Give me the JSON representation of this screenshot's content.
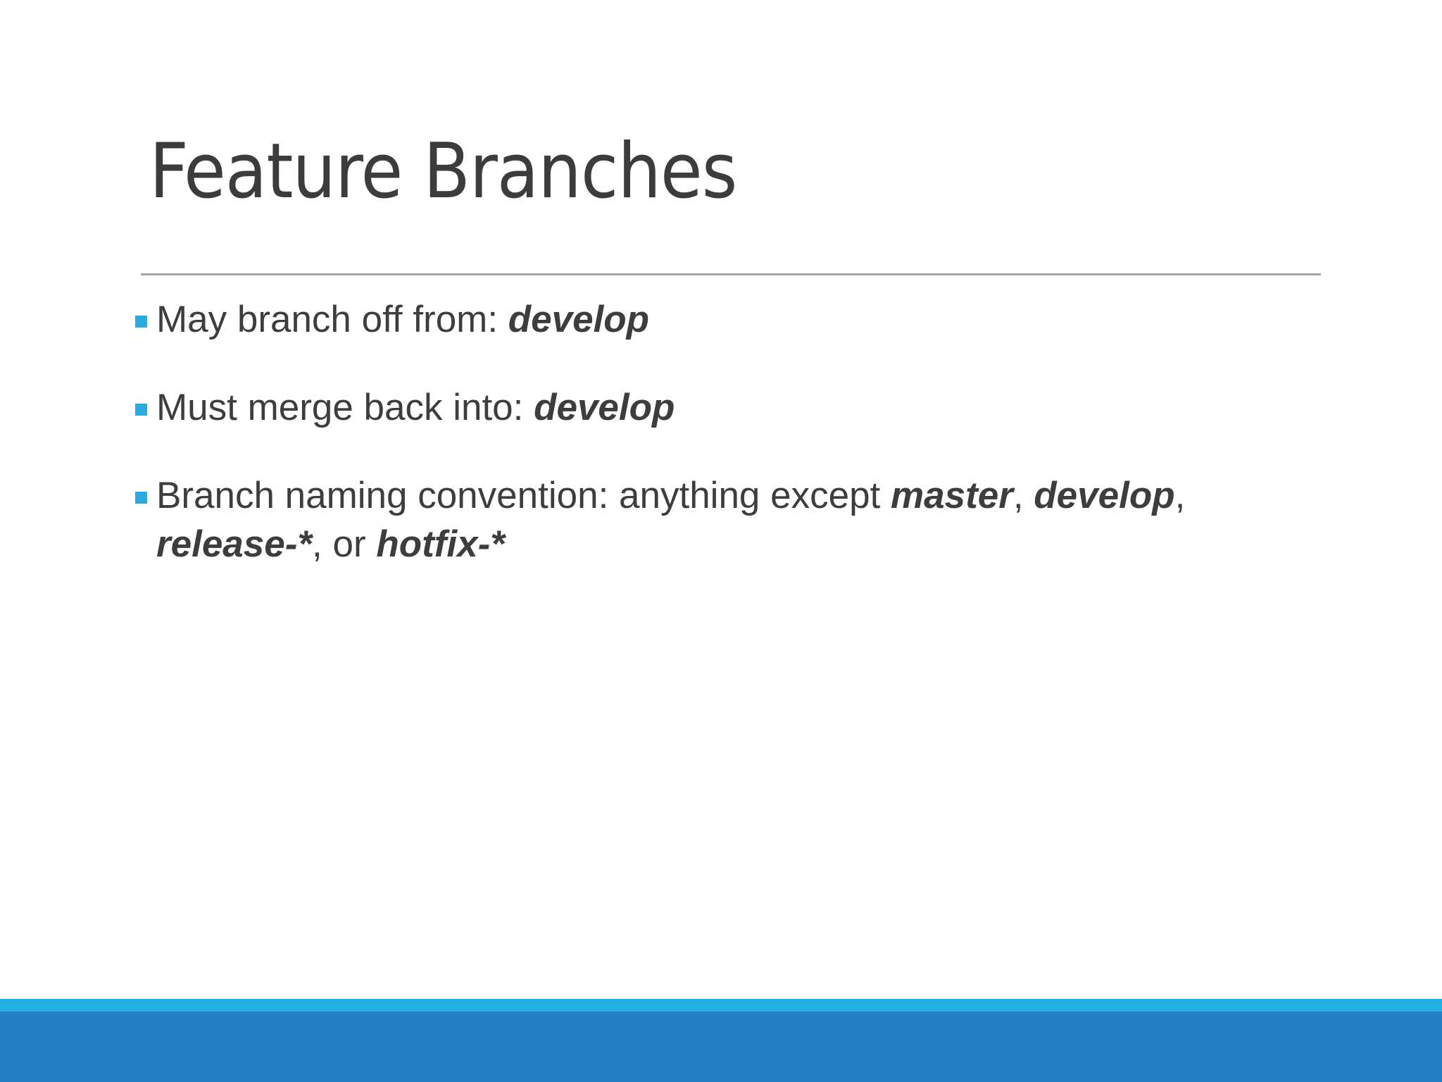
{
  "slide": {
    "title": "Feature Branches",
    "accent_color": "#29abe2",
    "text_color": "#3d3d3d",
    "title_color": "#3c3c3b",
    "rule_color": "#a6a6a6",
    "bullets": [
      {
        "id": "branch-off-from",
        "segments": [
          {
            "text": "May branch off from: ",
            "bold": false
          },
          {
            "text": "develop",
            "bold": true
          }
        ]
      },
      {
        "id": "merge-back-into",
        "segments": [
          {
            "text": "Must merge back into: ",
            "bold": false
          },
          {
            "text": "develop",
            "bold": true
          }
        ]
      },
      {
        "id": "naming-convention",
        "segments": [
          {
            "text": "Branch naming convention: anything except ",
            "bold": false
          },
          {
            "text": "master",
            "bold": true
          },
          {
            "text": ", ",
            "bold": false
          },
          {
            "text": "develop",
            "bold": true
          },
          {
            "text": ", ",
            "bold": false
          },
          {
            "text": "release-*",
            "bold": true
          },
          {
            "text": ", or ",
            "bold": false
          },
          {
            "text": "hotfix-*",
            "bold": true
          }
        ]
      }
    ],
    "footer_bands": [
      {
        "name": "cyan-band",
        "color": "#23b0e3"
      },
      {
        "name": "blue-band",
        "color": "#2880c4"
      }
    ]
  }
}
